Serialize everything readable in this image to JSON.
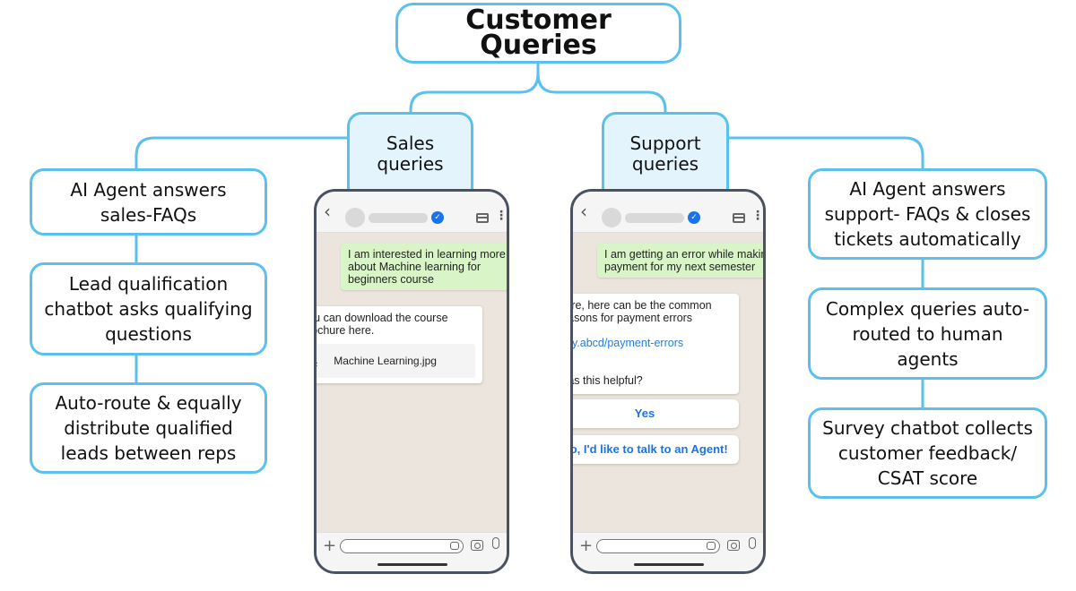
{
  "title": "Customer Queries",
  "branches": {
    "sales": {
      "label": "Sales\nqueries"
    },
    "support": {
      "label": "Support\nqueries"
    }
  },
  "sales_steps": [
    "AI Agent answers sales-FAQs",
    "Lead qualification chatbot asks qualifying questions",
    "Auto-route & equally distribute qualified leads between reps"
  ],
  "support_steps": [
    "AI Agent answers support- FAQs & closes tickets automatically",
    "Complex queries auto-routed to human agents",
    "Survey chatbot collects customer feedback/ CSAT score"
  ],
  "sales_chat": {
    "user_message": "I am interested in learning more about Machine learning for beginners course",
    "bot_message": "You can download the course brochure here.",
    "attachment_name": "Machine Learning.jpg"
  },
  "support_chat": {
    "user_message": "I am getting an error while making payment for my next semester",
    "bot_message": "Sure, here can be the common reasons for payment errors",
    "bot_link": "bitly.abcd/payment-errors",
    "bot_question": "Was this helpful?",
    "reply_yes": "Yes",
    "reply_agent": "No, I'd like to talk to an Agent!"
  },
  "colors": {
    "box_border": "#5bc0eb",
    "tab_fill": "#e3f4fd",
    "phone_frame": "#4a5262",
    "chat_bg": "#ebe5dd",
    "user_bubble": "#d9f5c8",
    "accent_blue": "#1a73e8"
  },
  "icons": {
    "back": "chevron-left-icon",
    "verified": "verified-badge-icon",
    "store": "store-icon",
    "menu": "kebab-menu-icon",
    "download": "download-icon",
    "plus": "plus-icon",
    "sticker": "sticker-icon",
    "camera": "camera-icon",
    "mic": "microphone-icon"
  }
}
